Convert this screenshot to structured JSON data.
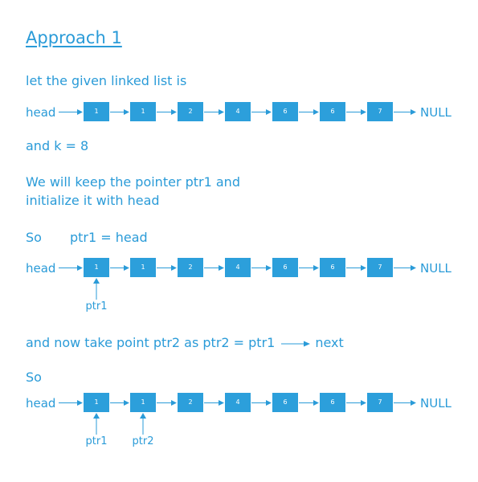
{
  "title": "Approach 1",
  "line1": "let the given linked list is",
  "line2": "and k = 8",
  "line3a": "We will keep the pointer ptr1 and",
  "line3b": "initialize it with head",
  "line4_so": "So",
  "line4_expr": "ptr1 = head",
  "line5_part1": "and now take point ptr2 as ptr2 = ptr1",
  "line5_part2": "next",
  "line6": "So",
  "head_label": "head",
  "null_label": "NULL",
  "nodes": [
    "1",
    "1",
    "2",
    "4",
    "6",
    "6",
    "7"
  ],
  "pointers": {
    "ptr1": "ptr1",
    "ptr2": "ptr2"
  },
  "colors": {
    "text": "#2a9bd8",
    "node": "#2c9fdb",
    "node_text": "#ffffff"
  }
}
